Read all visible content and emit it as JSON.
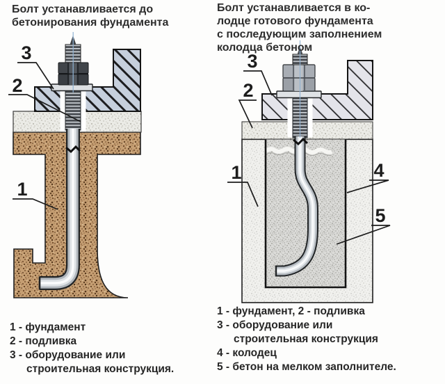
{
  "app": {
    "type": "anchor-bolt-installation-diagram",
    "language": "ru"
  },
  "panels": {
    "left": {
      "title_lines": [
        "Болт устанавливается до",
        "бетонирования фундамента"
      ],
      "callouts": {
        "n1": "1",
        "n2": "2",
        "n3": "3"
      },
      "legend": [
        {
          "text": "1 - фундамент"
        },
        {
          "text": "2 - подливка"
        },
        {
          "text": "3 - оборудование или"
        },
        {
          "text": "строительная конструкция."
        }
      ]
    },
    "right": {
      "title_lines": [
        "Болт устанавливается в ко-",
        "лодце готового фундамента",
        "с последующим заполнением",
        "колодца бетоном"
      ],
      "callouts": {
        "n1": "1",
        "n2": "2",
        "n3": "3",
        "n4": "4",
        "n5": "5"
      },
      "legend": [
        {
          "text": "1 - фундамент, 2 - подливка"
        },
        {
          "text": "3 - оборудование или"
        },
        {
          "text": "строительная конструкция"
        },
        {
          "text": "4 - колодец"
        },
        {
          "text": "5 - бетон на мелком заполнителе."
        }
      ]
    }
  },
  "colors": {
    "foundation_concrete": "#c59e72",
    "grout_layer": "#ebebe6",
    "equipment_plate_left": "#c6cfdc",
    "equipment_plate_right": "#e4e4ea",
    "foundation_right": "#f1f1ee",
    "well_infill": "#dbdbd8",
    "steel_bolt": "#b0b6bc",
    "text": "#2b2b2b"
  }
}
